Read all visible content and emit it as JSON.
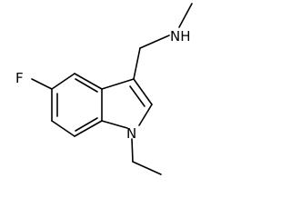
{
  "molecule": {
    "atoms": {
      "fluorine": "F",
      "ring_nitrogen": "N",
      "amine_nitrogen": "NH"
    }
  }
}
